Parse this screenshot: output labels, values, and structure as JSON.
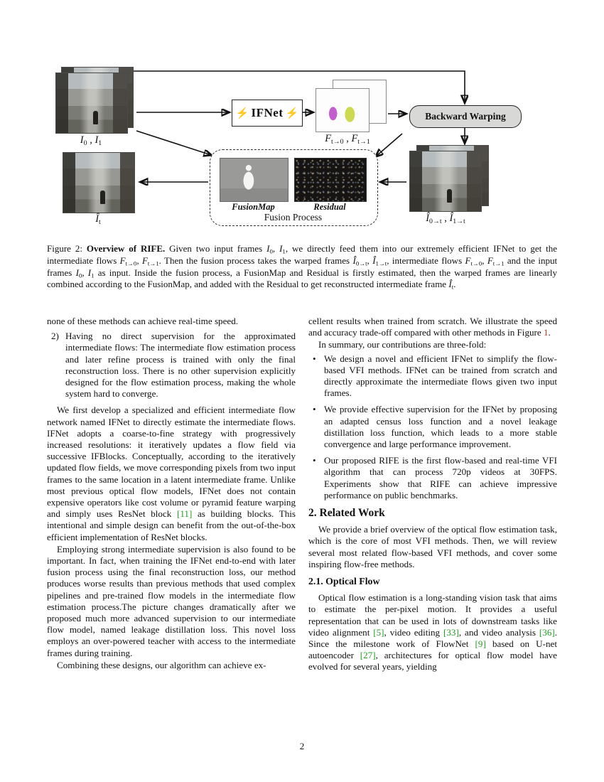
{
  "colors": {
    "citation": "#22a022",
    "figure_ref": "#cb3a2a"
  },
  "page": {
    "number": "2"
  },
  "figure": {
    "lightning": "⚡",
    "ifnet_label": "IFNet",
    "backward_warping_label": "Backward Warping",
    "fusionmap_label": "FusionMap",
    "residual_label": "Residual",
    "fusion_process_label": "Fusion Process",
    "inputs_label": "_I_{0} , _I_{1}",
    "flows_label": "_F_{t→0} , _F_{t→1}",
    "warped_label": "_Î_{0→t} , _Î_{1→t}",
    "output_label": "_Î_{t}"
  },
  "caption": "Figure 2: *Overview of RIFE.* Given two input frames _I_{0}, _I_{1}, we directly feed them into our extremely efficient IFNet to get the intermediate flows _F_{t→0}, _F_{t→1}. Then the fusion process takes the warped frames _Î_{0→t}, _Î_{1→t}, intermediate flows _F_{t→0}, _F_{t→1} and the input frames _I_{0}, _I_{1} as input. Inside the fusion process, a FusionMap and Residual is firstly estimated, then the warped frames are linearly combined according to the FusionMap, and added with the Residual to get reconstructed intermediate frame _Î_{t}.",
  "left_column": {
    "p_continuation": "none of these methods can achieve real-time speed.",
    "item2_marker": "2)",
    "item2_text": "Having no direct supervision for the approximated intermediate flows: The intermediate flow estimation process and later refine process is trained with only the final reconstruction loss. There is no other supervision explicitly designed for the flow estimation process, making the whole system hard to converge.",
    "p1": "We first develop a specialized and efficient intermediate flow network named IFNet to directly estimate the intermediate flows. IFNet adopts a coarse-to-fine strategy with progressively increased resolutions: it iteratively updates a flow field via successive IFBlocks. Conceptually, according to the iteratively updated flow fields, we move corresponding pixels from two input frames to the same location in a latent intermediate frame. Unlike most previous optical flow models, IFNet does not contain expensive operators like cost volume or pyramid feature warping and simply uses ResNet block [[11]] as building blocks. This intentional and simple design can benefit from the out-of-the-box efficient implementation of ResNet blocks.",
    "p2": "Employing strong intermediate supervision is also found to be important. In fact, when training the IFNet end-to-end with later fusion process using the final reconstruction loss, our method produces worse results than previous methods that used complex pipelines and pre-trained flow models in the intermediate flow estimation process.The picture changes dramatically after we proposed much more advanced supervision to our intermediate flow model, named leakage distillation loss. This novel loss employs an over-powered teacher with access to the intermediate frames during training.",
    "p3": "Combining these designs, our algorithm can achieve ex-"
  },
  "right_column": {
    "p_continuation": "cellent results when trained from scratch. We illustrate the speed and accuracy trade-off compared with other methods in Figure <<1>>.",
    "p_summary": "In summary, our contributions are three-fold:",
    "bullet_marker": "•",
    "bullets": [
      "We design a novel and efficient IFNet to simplify the flow-based VFI methods. IFNet can be trained from scratch and directly approximate the intermediate flows given two input frames.",
      "We provide effective supervision for the IFNet by proposing an adapted census loss function and a novel leakage distillation loss function, which leads to a more stable convergence and large performance improvement.",
      "Our proposed RIFE is the first flow-based and real-time VFI algorithm that can process 720p videos at 30FPS. Experiments show that RIFE can achieve impressive performance on public benchmarks."
    ],
    "section_heading": "2. Related Work",
    "p_related": "We provide a brief overview of the optical flow estimation task, which is the core of most VFI methods. Then, we will review several most related flow-based VFI methods, and cover some inspiring flow-free methods.",
    "subsection_heading": "2.1. Optical Flow",
    "p_optical": "Optical flow estimation is a long-standing vision task that aims to estimate the per-pixel motion. It provides a useful representation that can be used in lots of downstream tasks like video alignment [[5]], video editing [[33]], and video analysis [[36]]. Since the milestone work of FlowNet [[9]] based on U-net autoencoder [[27]], architectures for optical flow model have evolved for several years, yielding"
  }
}
